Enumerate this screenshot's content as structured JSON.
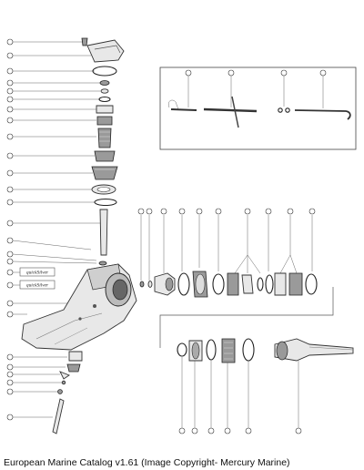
{
  "caption": "European Marine Catalog v1.61 (Image Copyright- Mercury Marine)",
  "labels": {
    "plate_1": "quickSilver",
    "plate_2": "quickSilver"
  },
  "icons": [
    "bolt",
    "o-ring",
    "bearing",
    "gear",
    "shaft",
    "housing",
    "pin"
  ]
}
